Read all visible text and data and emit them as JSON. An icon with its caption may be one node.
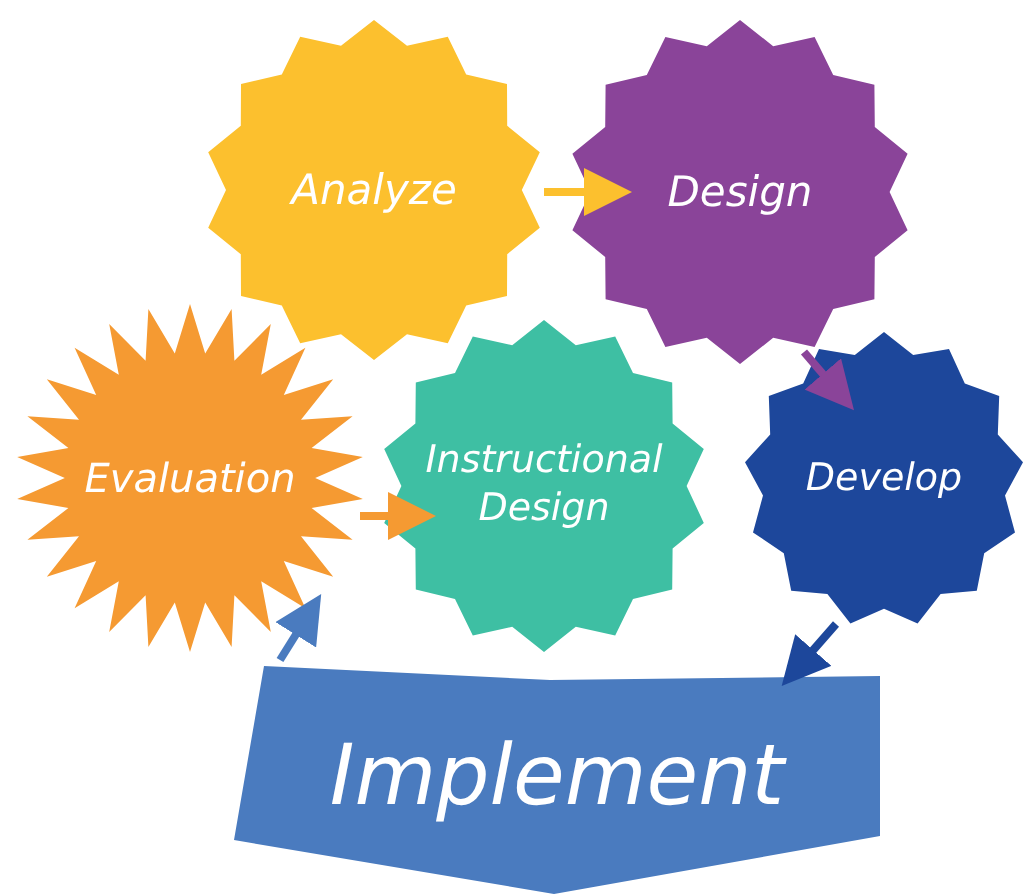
{
  "diagram": {
    "nodes": [
      {
        "text": [
          "Analyze"
        ]
      },
      {
        "text": [
          "Design"
        ]
      },
      {
        "text": [
          "Evaluation"
        ]
      },
      {
        "text": [
          "Instructional Design"
        ]
      },
      {
        "text": [
          "Develop"
        ]
      },
      {
        "text": [
          "Implement"
        ]
      }
    ],
    "edges": [
      {
        "from": 0,
        "to": 1,
        "arrow": "to",
        "color": "#fcc02e"
      },
      {
        "from": 1,
        "to": 4,
        "arrow": "to",
        "color": "#8a4499"
      },
      {
        "from": 4,
        "to": 5,
        "arrow": "to",
        "color": "#1d479b"
      },
      {
        "from": 5,
        "to": 2,
        "arrow": "to",
        "color": "#4a7bbf"
      },
      {
        "from": 2,
        "to": 3,
        "arrow": "to",
        "color": "#f59a32"
      }
    ]
  }
}
